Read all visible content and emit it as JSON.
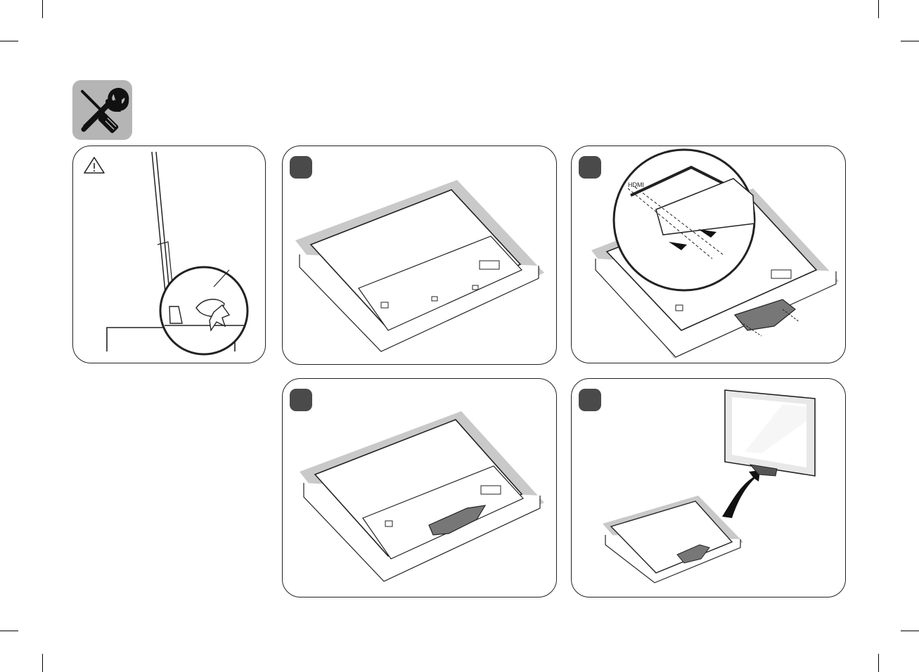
{
  "page": {
    "background": "#ffffff",
    "accent_gray": "#b5b5b5",
    "badge_color": "#4a4a4a"
  },
  "header": {
    "icon": "screwdriver-wrench-icon"
  },
  "caution_panel": {
    "icon": "warning-triangle-icon"
  },
  "steps": [
    {
      "icon": "tv-face-down-on-cushion"
    },
    {
      "icon": "stand-screws-attach"
    },
    {
      "icon": "stand-attached"
    },
    {
      "icon": "lift-tv-upright-arrow"
    }
  ],
  "detail": {
    "label": "HDMI"
  }
}
